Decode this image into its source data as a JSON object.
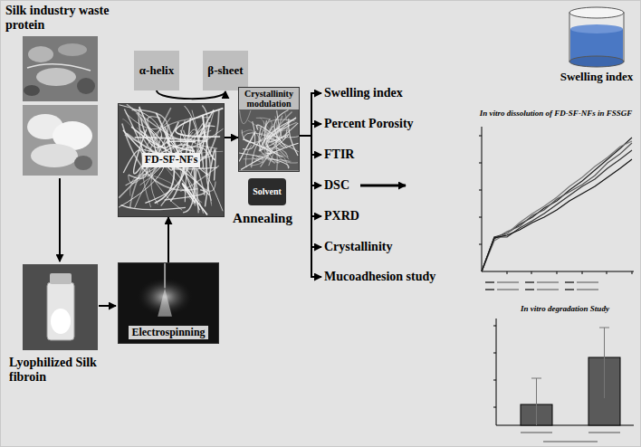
{
  "diagram": {
    "nodes": [
      {
        "text": [
          "α-helix"
        ]
      },
      {
        "text": [
          "β-sheet"
        ]
      },
      {
        "text": [
          "FD-SF-NFs"
        ]
      },
      {
        "text": [
          "Crystallinity modulation"
        ]
      },
      {
        "text": [
          "Solvent"
        ]
      },
      {
        "text": [
          "Electrospinning"
        ]
      }
    ],
    "edges": [
      {
        "from": 0,
        "to": 1,
        "arrow": "to"
      },
      {
        "from": 5,
        "to": 2,
        "arrow": "to"
      },
      {
        "from": 2,
        "to": 3,
        "arrow": "to"
      }
    ],
    "labels": [
      "Silk industry waste protein",
      "Lyophilized Silk fibroin",
      "Annealing",
      "Swelling index",
      "Percent Porosity",
      "FTIR",
      "DSC",
      "PXRD",
      "Crystallinity",
      "Mucoadhesion study",
      "Swelling index",
      "In vitro dissolution of FD-SF-NFs in FSSGF",
      "In vitro degradation Study"
    ]
  }
}
